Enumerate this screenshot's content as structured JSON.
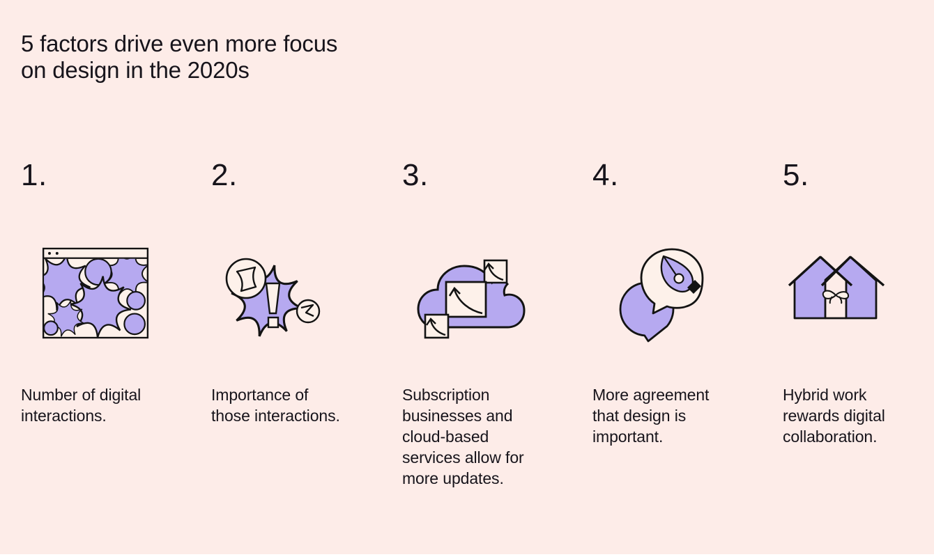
{
  "theme": {
    "bg": "#fdece8",
    "purple": "#b6a9f0",
    "ink": "#17141b",
    "line": "#131313",
    "cream": "#fdf1ea",
    "strip": "#ffffff"
  },
  "title": "5 factors drive even more focus\non design in the 2020s",
  "factors": [
    {
      "number": "1.",
      "icon": "browser-digital-interactions-icon",
      "caption": "Number of digital\ninteractions."
    },
    {
      "number": "2.",
      "icon": "exclamation-burst-icon",
      "caption": "Importance of\nthose interactions."
    },
    {
      "number": "3.",
      "icon": "cloud-updates-icon",
      "caption": "Subscription\nbusinesses and\ncloud-based\nservices allow for\nmore updates."
    },
    {
      "number": "4.",
      "icon": "speech-bubbles-pen-icon",
      "caption": "More agreement\nthat design is\nimportant."
    },
    {
      "number": "5.",
      "icon": "hybrid-homes-icon",
      "caption": "Hybrid work\nrewards digital\ncollaboration."
    }
  ]
}
